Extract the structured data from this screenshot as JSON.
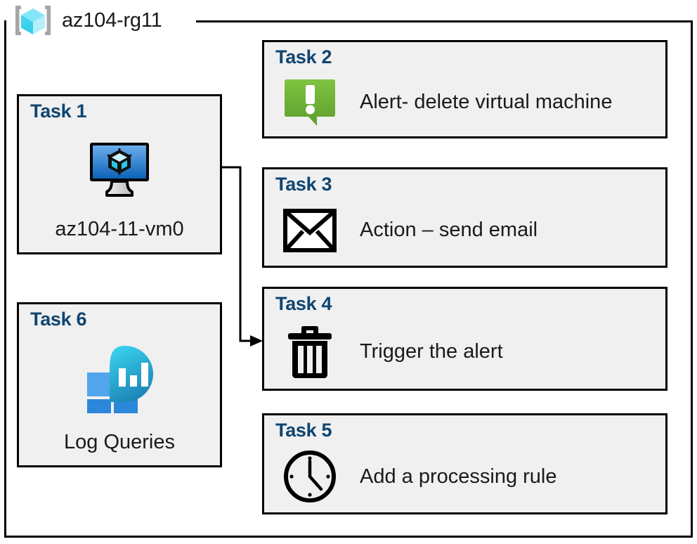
{
  "diagram": {
    "resource_group": {
      "name": "az104-rg11",
      "icon": "resource-group-cube-icon"
    },
    "connector": {
      "from": "task1-vm-icon",
      "to": "task4-card",
      "arrow": "arrowhead-right"
    },
    "colors": {
      "card_background": "#f0f0f0",
      "card_border": "#000000",
      "title_blue": "#0f4571",
      "alert_green_light": "#7ac143",
      "alert_green_dark": "#5d9e2c",
      "vm_screen_blue_light": "#5ba4e8",
      "vm_screen_blue_dark": "#0f6cc0",
      "log_square_light": "#4fa3ec",
      "log_square_dark": "#2b87da",
      "log_bubble_cyan": "#32c8e8",
      "log_bubble_teal": "#1c85b5",
      "rg_cube_cyan": "#6fe3f5",
      "rg_bracket_gray": "#a6a6a6"
    },
    "cards": [
      {
        "id": "task1",
        "title": "Task 1",
        "label": "az104-11-vm0",
        "icon": "virtual-machine-icon",
        "layout": "vertical"
      },
      {
        "id": "task2",
        "title": "Task 2",
        "label": "Alert- delete virtual machine",
        "icon": "alert-exclamation-icon",
        "layout": "horizontal"
      },
      {
        "id": "task3",
        "title": "Task 3",
        "label": "Action – send email",
        "icon": "envelope-icon",
        "layout": "horizontal"
      },
      {
        "id": "task4",
        "title": "Task 4",
        "label": "Trigger the alert",
        "icon": "trash-delete-icon",
        "layout": "horizontal"
      },
      {
        "id": "task5",
        "title": "Task 5",
        "label": "Add a processing rule",
        "icon": "clock-icon",
        "layout": "horizontal"
      },
      {
        "id": "task6",
        "title": "Task 6",
        "label": "Log Queries",
        "icon": "log-analytics-icon",
        "layout": "vertical"
      }
    ]
  }
}
